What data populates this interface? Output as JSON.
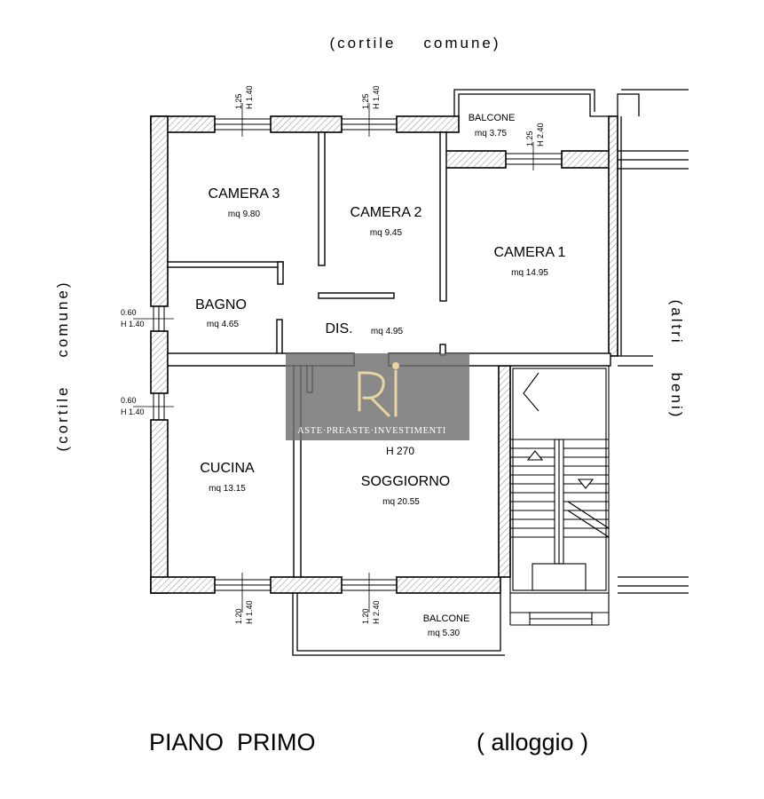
{
  "labels": {
    "top": "(cortile    comune)",
    "left": "(cortile    comune)",
    "right": "(altri    beni)",
    "floor": "PIANO  PRIMO",
    "unit": "( alloggio )",
    "height": "H 270"
  },
  "rooms": [
    {
      "key": "camera3",
      "name": "CAMERA 3",
      "area": "mq 9.80"
    },
    {
      "key": "camera2",
      "name": "CAMERA 2",
      "area": "mq 9.45"
    },
    {
      "key": "camera1",
      "name": "CAMERA 1",
      "area": "mq 14.95"
    },
    {
      "key": "bagno",
      "name": "BAGNO",
      "area": "mq 4.65"
    },
    {
      "key": "dis",
      "name": "DIS.",
      "area": "mq 4.95"
    },
    {
      "key": "cucina",
      "name": "CUCINA",
      "area": "mq 13.15"
    },
    {
      "key": "soggiorno",
      "name": "SOGGIORNO",
      "area": "mq 20.55"
    },
    {
      "key": "balcone_top",
      "name": "BALCONE",
      "area": "mq 3.75"
    },
    {
      "key": "balcone_bottom",
      "name": "BALCONE",
      "area": "mq 5.30"
    }
  ],
  "window_dims": {
    "cam3": {
      "w": "1.25",
      "h": "H 1.40"
    },
    "cam2": {
      "w": "1.25",
      "h": "H 1.40"
    },
    "cam1": {
      "w": "1.25",
      "h": "H 2.40"
    },
    "bagno": {
      "w": "0.60",
      "h": "H 1.40"
    },
    "cucina_side": {
      "w": "0.60",
      "h": "H 1.40"
    },
    "cucina_bottom": {
      "w": "1.20",
      "h": "H 1.40"
    },
    "soggiorno": {
      "w": "1.20",
      "h": "H 2.40"
    }
  },
  "watermark": {
    "monogram": "RI",
    "text": "ASTE·PREASTE·INVESTIMENTI",
    "color": "#6f6f6f"
  },
  "colors": {
    "wall": "#000000",
    "hatch": "#8a8a8a",
    "background": "#ffffff"
  }
}
